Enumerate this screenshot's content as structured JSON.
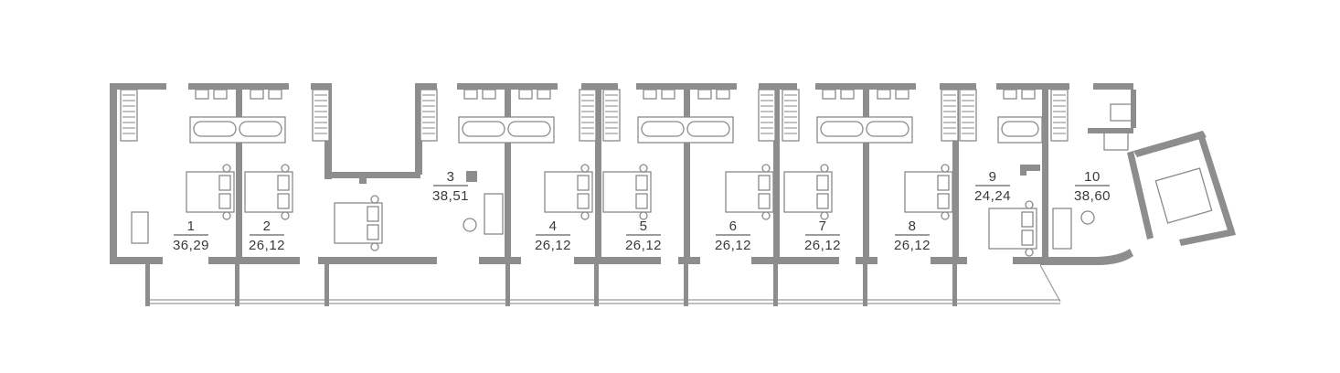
{
  "floor_plan": {
    "apartments": [
      {
        "number": "1",
        "area": "36,29"
      },
      {
        "number": "2",
        "area": "26,12"
      },
      {
        "number": "3",
        "area": "38,51"
      },
      {
        "number": "4",
        "area": "26,12"
      },
      {
        "number": "5",
        "area": "26,12"
      },
      {
        "number": "6",
        "area": "26,12"
      },
      {
        "number": "7",
        "area": "26,12"
      },
      {
        "number": "8",
        "area": "26,12"
      },
      {
        "number": "9",
        "area": "24,24"
      },
      {
        "number": "10",
        "area": "38,60"
      }
    ]
  },
  "colors": {
    "walls": "#8d8d8d",
    "fixtures": "#8a8a8a",
    "text": "#3a3a3a",
    "background": "#ffffff"
  }
}
